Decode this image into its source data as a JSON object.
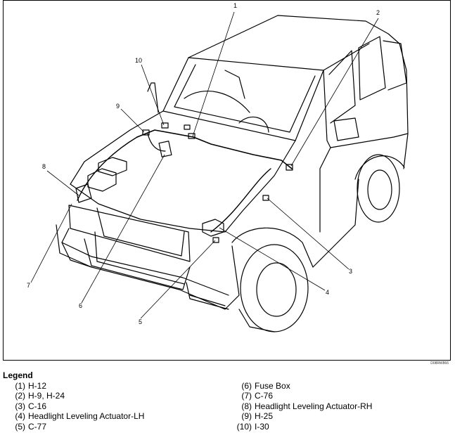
{
  "callouts": [
    "1",
    "2",
    "3",
    "4",
    "5",
    "6",
    "7",
    "8",
    "9",
    "10"
  ],
  "figure_code": "D08RW866",
  "legend": {
    "title": "Legend",
    "left": [
      {
        "num": "(1)",
        "text": "H-12"
      },
      {
        "num": "(2)",
        "text": "H-9, H-24"
      },
      {
        "num": "(3)",
        "text": "C-16"
      },
      {
        "num": "(4)",
        "text": "Headlight Leveling Actuator-LH"
      },
      {
        "num": "(5)",
        "text": "C-77"
      }
    ],
    "right": [
      {
        "num": "(6)",
        "text": "Fuse Box"
      },
      {
        "num": "(7)",
        "text": "C-76"
      },
      {
        "num": "(8)",
        "text": "Headlight Leveling Actuator-RH"
      },
      {
        "num": "(9)",
        "text": "H-25"
      },
      {
        "num": "(10)",
        "text": "I-30"
      }
    ]
  }
}
